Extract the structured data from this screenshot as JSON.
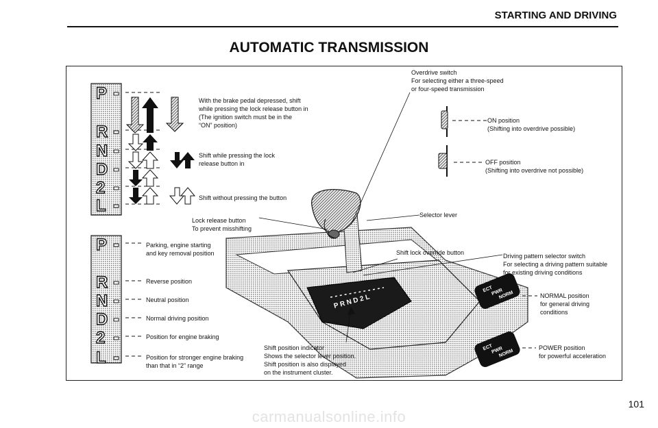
{
  "header": {
    "section": "STARTING AND DRIVING",
    "title": "AUTOMATIC TRANSMISSION",
    "page_number": "101"
  },
  "watermark": "carmanualsonline.info",
  "gate": {
    "letters": [
      "P",
      "R",
      "N",
      "D",
      "2",
      "L"
    ],
    "note_brake": [
      "With the brake pedal depressed, shift",
      "while pressing the lock release button in",
      "(The ignition switch must be in the",
      "“ON” position)"
    ],
    "note_lock": [
      "Shift while pressing the lock",
      "release button in"
    ],
    "note_free": [
      "Shift without pressing the button"
    ]
  },
  "positions": [
    {
      "letter": "P",
      "lines": [
        "Parking, engine starting",
        "and key removal position"
      ]
    },
    {
      "letter": "R",
      "lines": [
        "Reverse position"
      ]
    },
    {
      "letter": "N",
      "lines": [
        "Neutral position"
      ]
    },
    {
      "letter": "D",
      "lines": [
        "Normal driving position"
      ]
    },
    {
      "letter": "2",
      "lines": [
        "Position for engine braking"
      ]
    },
    {
      "letter": "L",
      "lines": [
        "Position for stronger engine braking",
        "than that in “2” range"
      ]
    }
  ],
  "overdrive": {
    "label": [
      "Overdrive switch",
      "For selecting either a three-speed",
      "or four-speed transmission"
    ],
    "on": [
      "ON position",
      "(Shifting into overdrive possible)"
    ],
    "off": [
      "OFF position",
      "(Shifting into overdrive not possible)"
    ]
  },
  "callouts": {
    "selector_lever": "Selector lever",
    "lock_release": [
      "Lock release button",
      "To prevent misshifting"
    ],
    "shift_lock_override": "Shift lock override button",
    "shift_indicator": [
      "Shift position indicator",
      "Shows the selector lever position.",
      "Shift position is also displayed",
      "on the instrument cluster."
    ]
  },
  "driving_pattern": {
    "label": [
      "Driving pattern selector switch",
      "For selecting a driving pattern suitable",
      "for existing driving conditions"
    ],
    "normal": [
      "NORMAL position",
      "for general driving",
      "conditions"
    ],
    "power": [
      "POWER position",
      "for powerful acceleration"
    ],
    "switch_text": [
      "ECT",
      "PWR",
      "NORM"
    ]
  },
  "colors": {
    "ink": "#111111",
    "shade": "#b8b8b8",
    "light": "#d9d9d9"
  },
  "icons": [
    "up-arrow-solid-icon",
    "up-arrow-outline-icon",
    "down-arrow-solid-icon",
    "down-arrow-outline-icon",
    "rocker-switch-icon"
  ]
}
